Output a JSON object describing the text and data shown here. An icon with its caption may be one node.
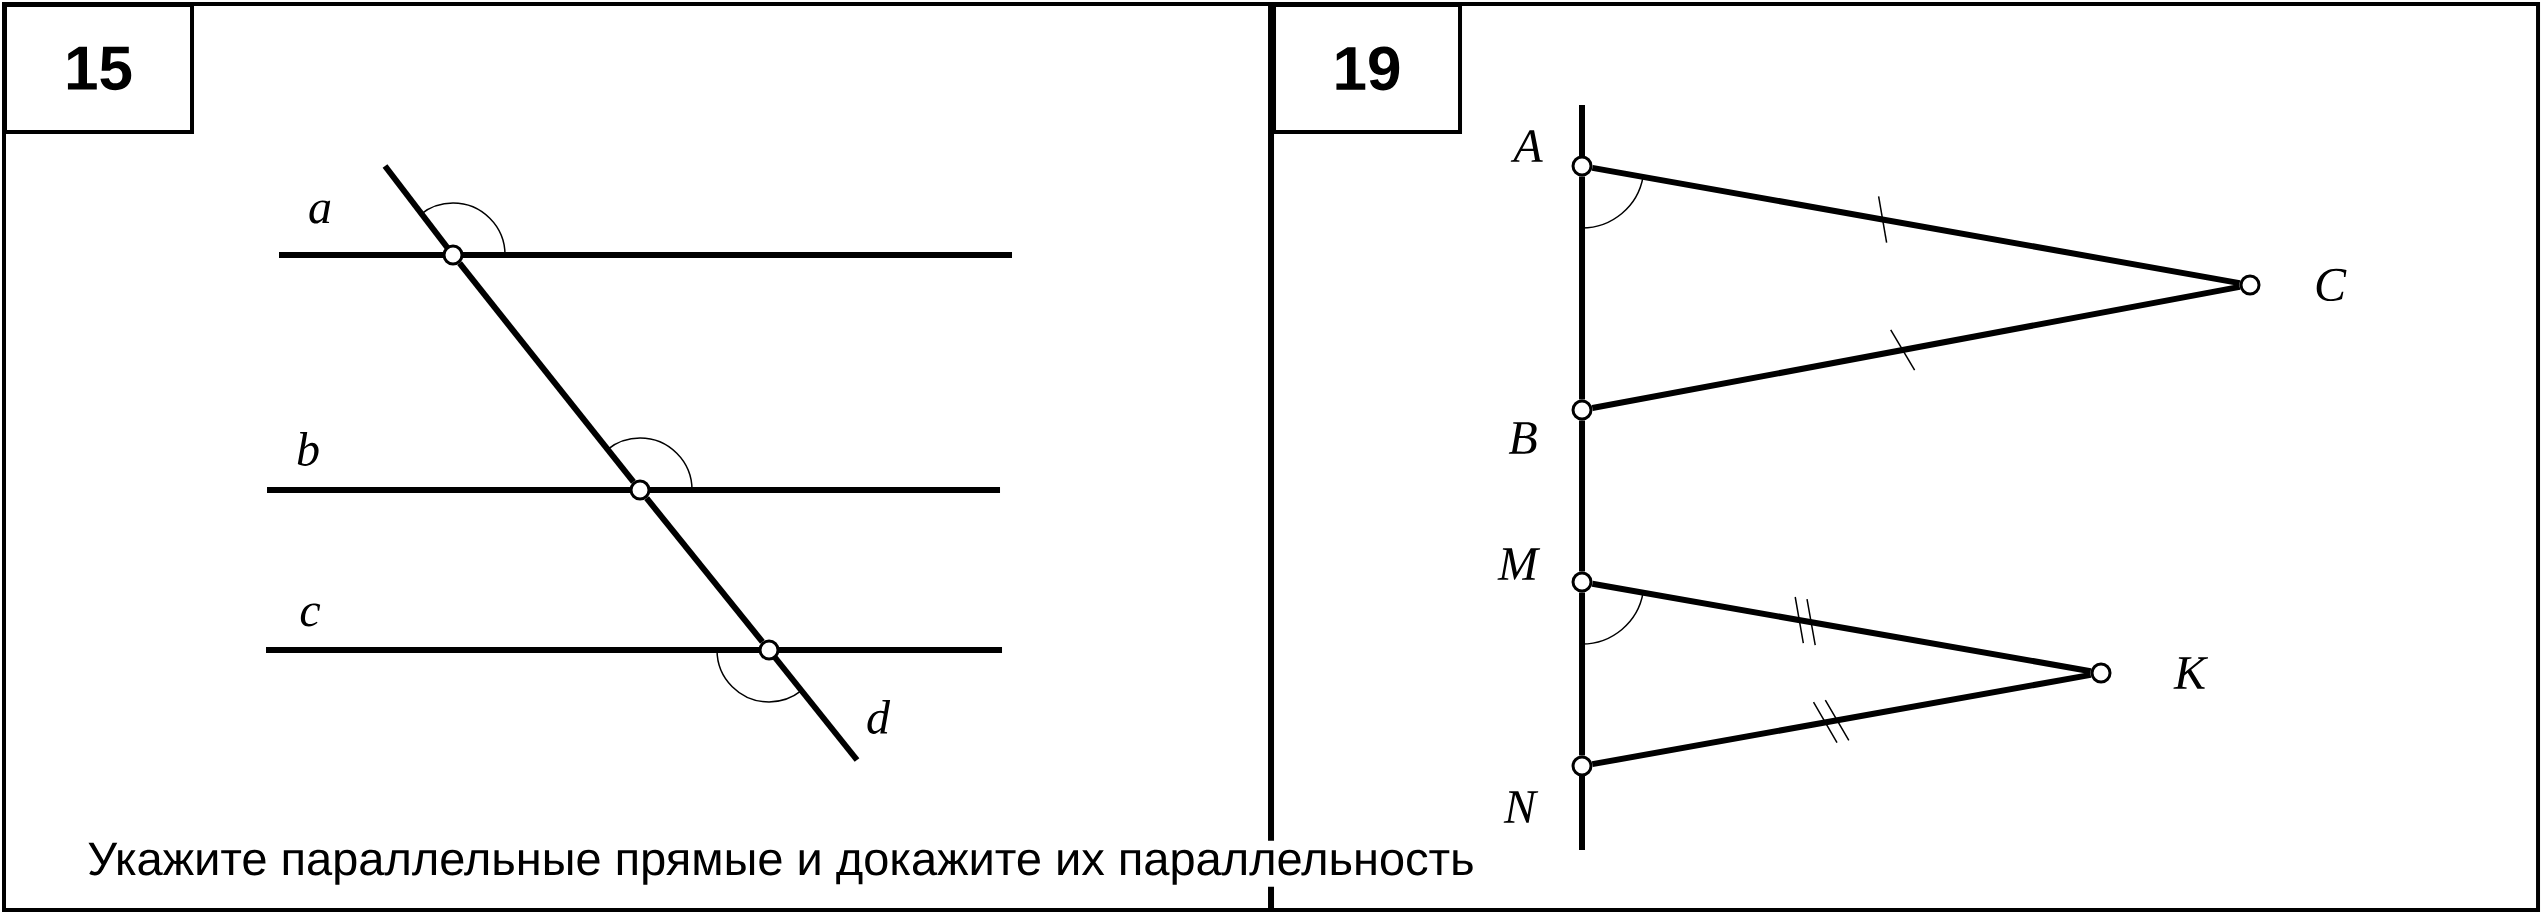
{
  "diagram": {
    "caption": "Укажите параллельные прямые и докажите их параллельность",
    "nodes": [
      {
        "text": [
          "15"
        ]
      },
      {
        "text": [
          "19"
        ]
      },
      {
        "text": [],
        "shape": "circle"
      },
      {
        "text": [],
        "shape": "circle"
      },
      {
        "text": [],
        "shape": "circle"
      },
      {
        "text": [],
        "shape": "circle",
        "beside": [
          "A"
        ]
      },
      {
        "text": [],
        "shape": "circle",
        "beside": [
          "B"
        ]
      },
      {
        "text": [],
        "shape": "circle",
        "beside": [
          "C"
        ]
      },
      {
        "text": [],
        "shape": "circle",
        "beside": [
          "M"
        ]
      },
      {
        "text": [],
        "shape": "circle",
        "beside": [
          "N"
        ]
      },
      {
        "text": [],
        "shape": "circle",
        "beside": [
          "K"
        ]
      }
    ],
    "edges": [
      {
        "from": 2,
        "to": 3,
        "arrow": "none"
      },
      {
        "from": 3,
        "to": 4,
        "arrow": "none"
      },
      {
        "from": 5,
        "to": 6,
        "arrow": "none"
      },
      {
        "from": 6,
        "to": 8,
        "arrow": "none"
      },
      {
        "from": 8,
        "to": 9,
        "arrow": "none"
      },
      {
        "from": 5,
        "to": 7,
        "arrow": "none"
      },
      {
        "from": 6,
        "to": 7,
        "arrow": "none"
      },
      {
        "from": 8,
        "to": 10,
        "arrow": "none"
      },
      {
        "from": 9,
        "to": 10,
        "arrow": "none"
      }
    ],
    "labels": [
      "a",
      "b",
      "c",
      "d"
    ]
  }
}
